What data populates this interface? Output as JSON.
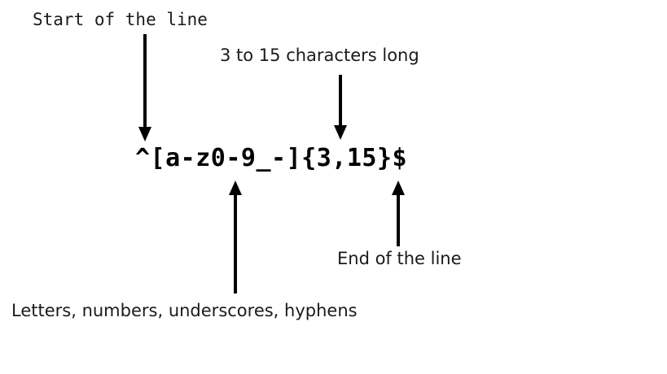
{
  "diagram": {
    "title_expression": "^[a-z0-9_-]{3,15}$",
    "background_color": "#ffffff",
    "stroke_color": "#000000",
    "text_color": "#1a1a1a",
    "annotations": [
      {
        "id": "start-of-line",
        "label": "Start of the line",
        "font": "monospace",
        "arrow_direction": "down",
        "target_token": "^"
      },
      {
        "id": "length-range",
        "label": "3 to 15 characters long",
        "font": "sans-serif",
        "arrow_direction": "down",
        "target_token": "{3,15}"
      },
      {
        "id": "end-of-line",
        "label": "End of the line",
        "font": "sans-serif",
        "arrow_direction": "up",
        "target_token": "$"
      },
      {
        "id": "character-set",
        "label": "Letters, numbers, underscores, hyphens",
        "font": "sans-serif",
        "arrow_direction": "up",
        "target_token": "[a-z0-9_-]"
      }
    ],
    "clipped_fragment": ","
  }
}
